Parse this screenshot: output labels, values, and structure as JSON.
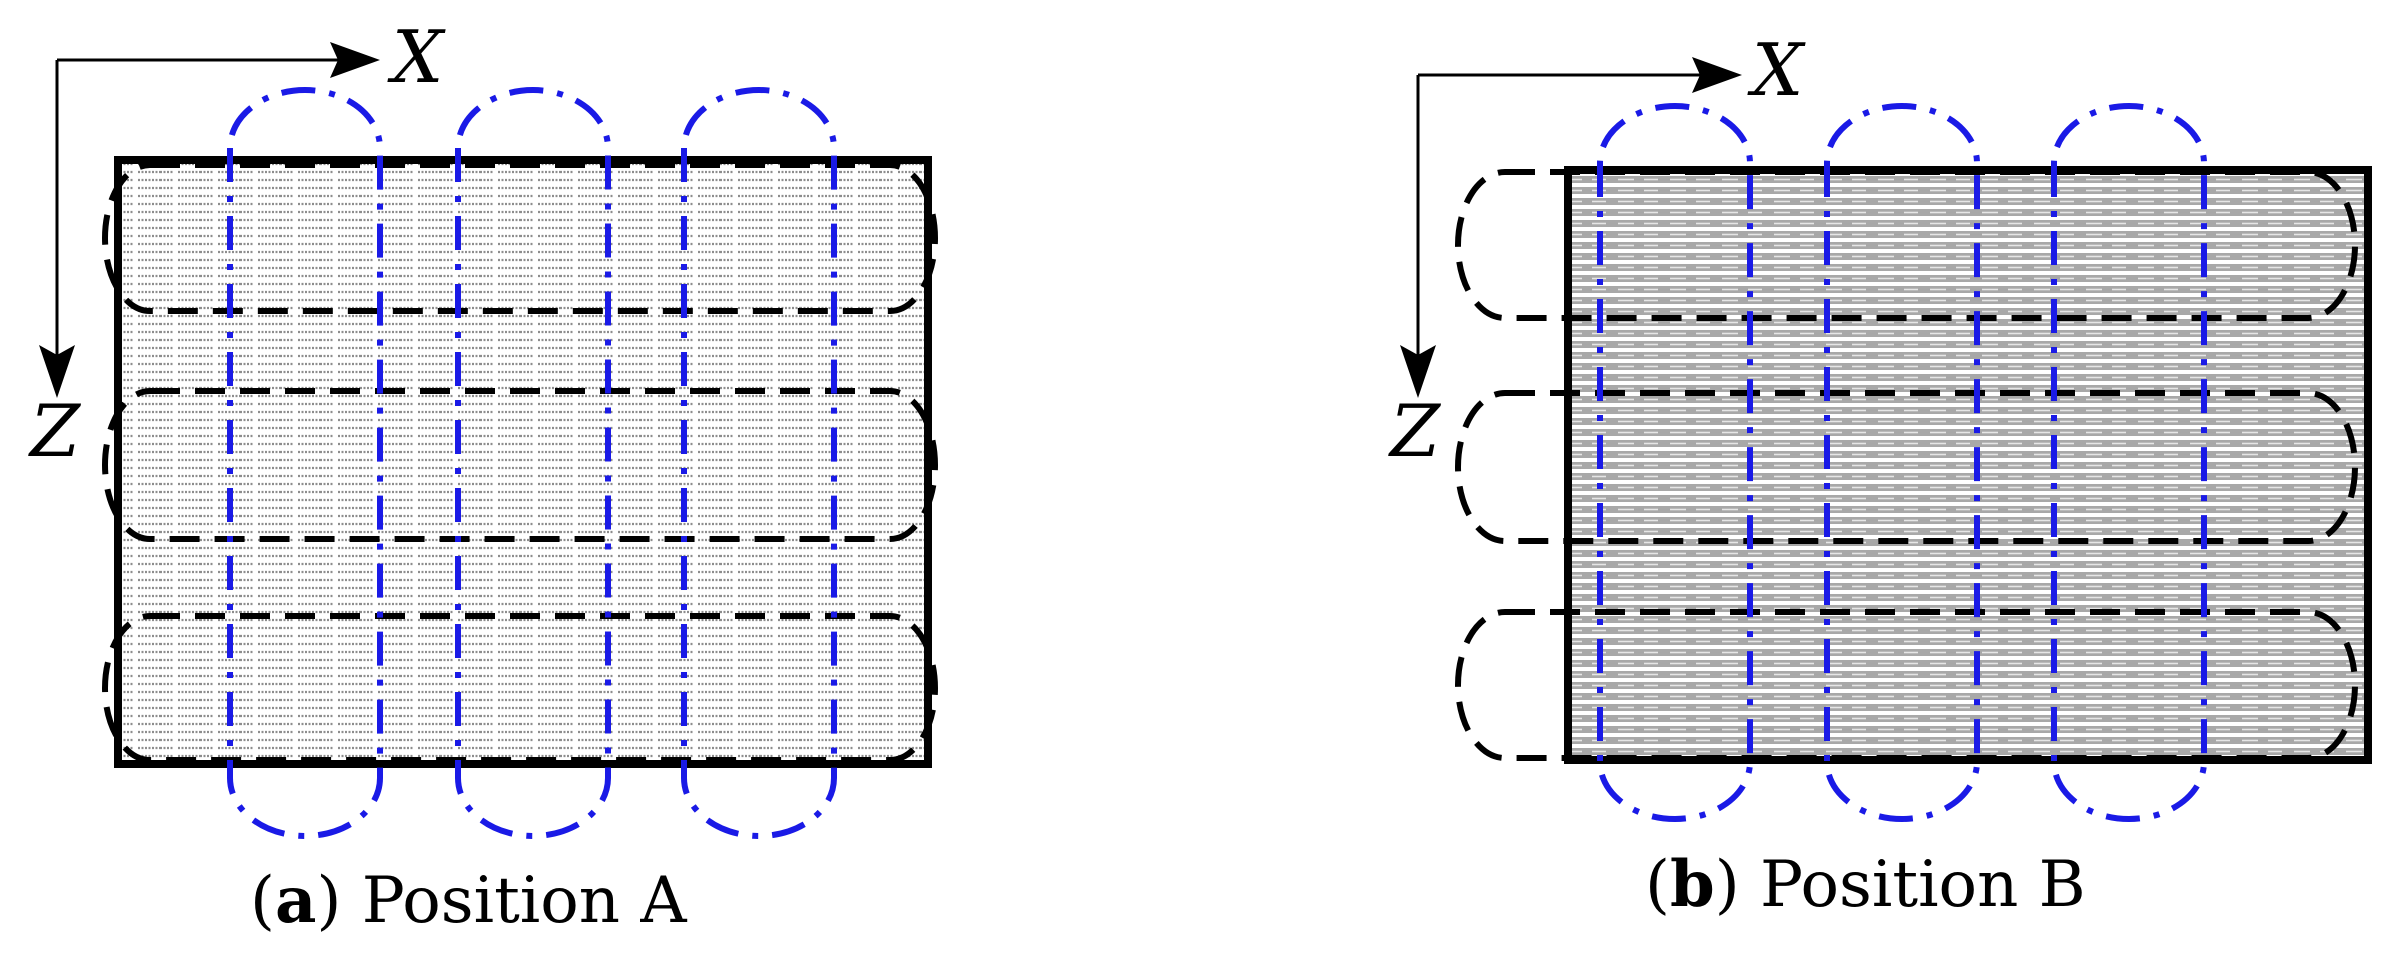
{
  "colors": {
    "background": "#ffffff",
    "outline": "#000000",
    "boundary_blue": "#1a1ae6",
    "texture": "#9a9a9a"
  },
  "panels": [
    {
      "axis": {
        "x": "X",
        "z": "Z"
      },
      "caption": {
        "open": "(",
        "letter": "a",
        "close": ")",
        "text": " Position A"
      },
      "blue_loops": 3,
      "black_loops": 3
    },
    {
      "axis": {
        "x": "X",
        "z": "Z"
      },
      "caption": {
        "open": "(",
        "letter": "b",
        "close": ")",
        "text": " Position B"
      },
      "blue_loops": 3,
      "black_loops": 3
    }
  ]
}
